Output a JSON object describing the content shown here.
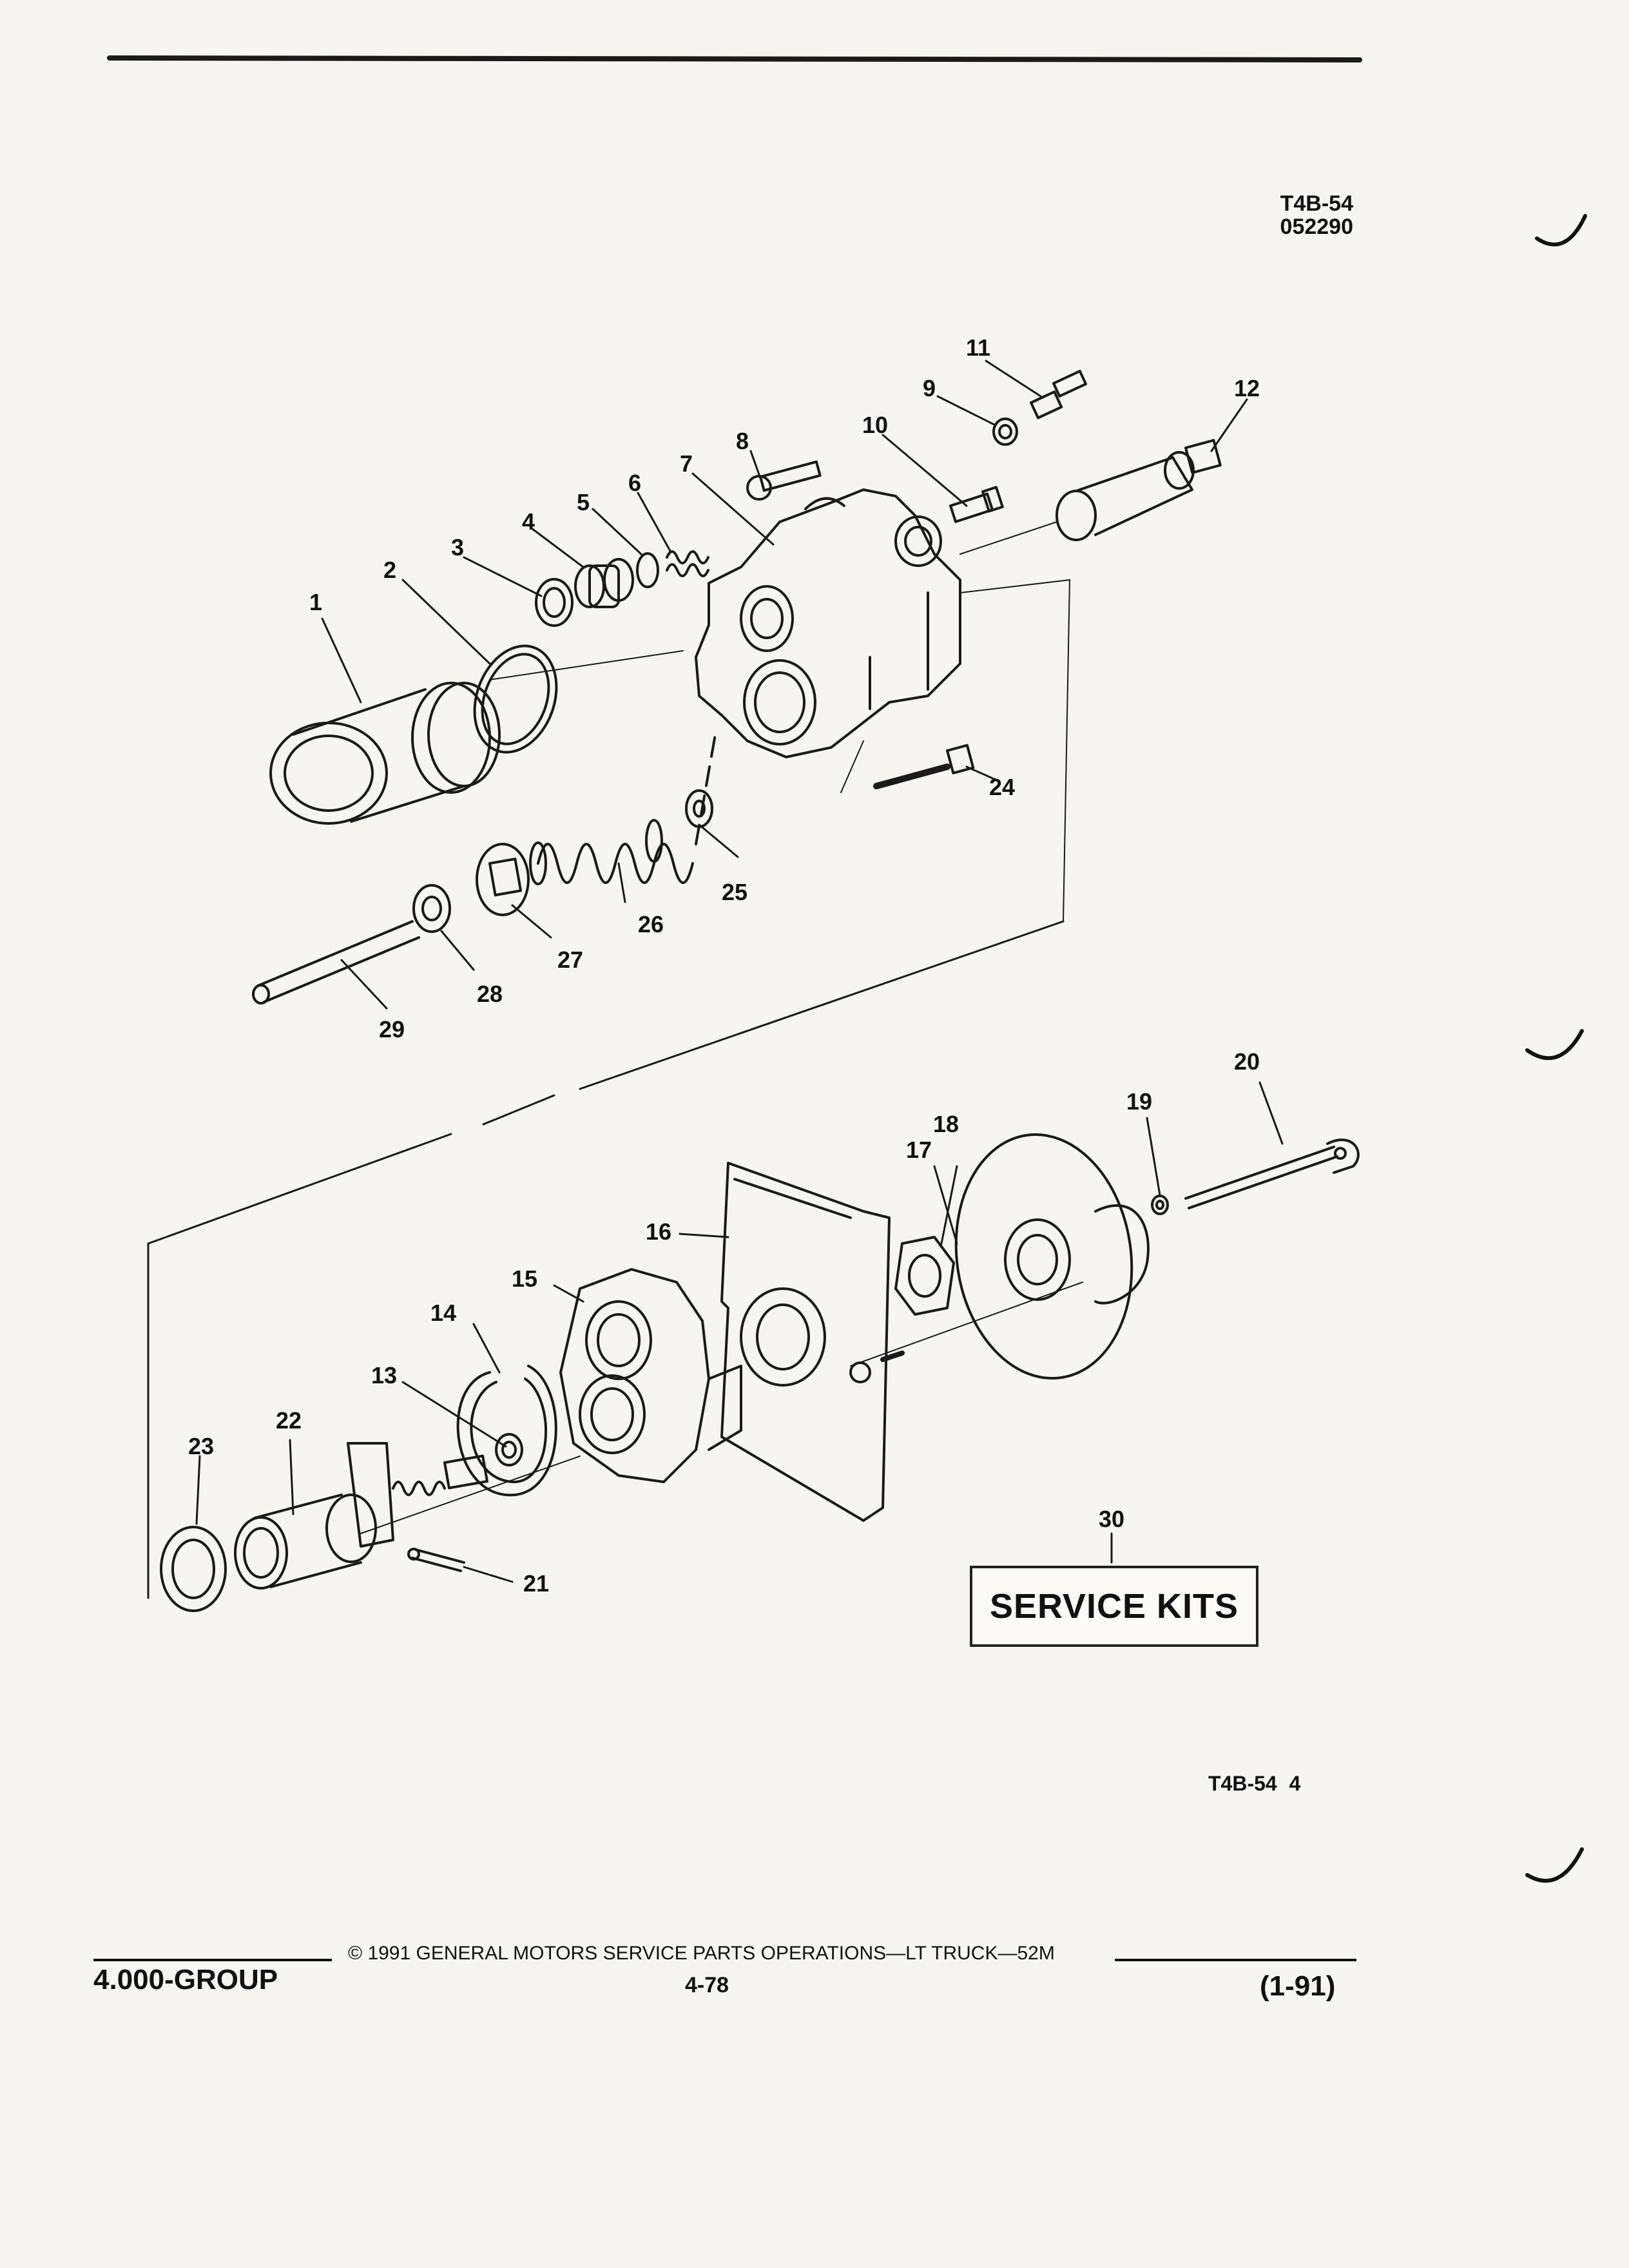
{
  "header": {
    "figure_code": "T4B-54",
    "figure_number": "052290"
  },
  "callouts": [
    {
      "id": "1",
      "label": "1"
    },
    {
      "id": "2",
      "label": "2"
    },
    {
      "id": "3",
      "label": "3"
    },
    {
      "id": "4",
      "label": "4"
    },
    {
      "id": "5",
      "label": "5"
    },
    {
      "id": "6",
      "label": "6"
    },
    {
      "id": "7",
      "label": "7"
    },
    {
      "id": "8",
      "label": "8"
    },
    {
      "id": "9",
      "label": "9"
    },
    {
      "id": "10",
      "label": "10"
    },
    {
      "id": "11",
      "label": "11"
    },
    {
      "id": "12",
      "label": "12"
    },
    {
      "id": "13",
      "label": "13"
    },
    {
      "id": "14",
      "label": "14"
    },
    {
      "id": "15",
      "label": "15"
    },
    {
      "id": "16",
      "label": "16"
    },
    {
      "id": "17",
      "label": "17"
    },
    {
      "id": "18",
      "label": "18"
    },
    {
      "id": "19",
      "label": "19"
    },
    {
      "id": "20",
      "label": "20"
    },
    {
      "id": "21",
      "label": "21"
    },
    {
      "id": "22",
      "label": "22"
    },
    {
      "id": "23",
      "label": "23"
    },
    {
      "id": "24",
      "label": "24"
    },
    {
      "id": "25",
      "label": "25"
    },
    {
      "id": "26",
      "label": "26"
    },
    {
      "id": "27",
      "label": "27"
    },
    {
      "id": "28",
      "label": "28"
    },
    {
      "id": "29",
      "label": "29"
    },
    {
      "id": "30",
      "label": "30"
    }
  ],
  "service_kits": {
    "callout": "30",
    "label": "SERVICE KITS"
  },
  "figure_footer_code": "T4B-54 4",
  "footer": {
    "group": "4.000-GROUP",
    "copyright": "© 1991 GENERAL MOTORS SERVICE PARTS OPERATIONS—LT TRUCK—52M",
    "page": "4-78",
    "date": "(1-91)"
  }
}
